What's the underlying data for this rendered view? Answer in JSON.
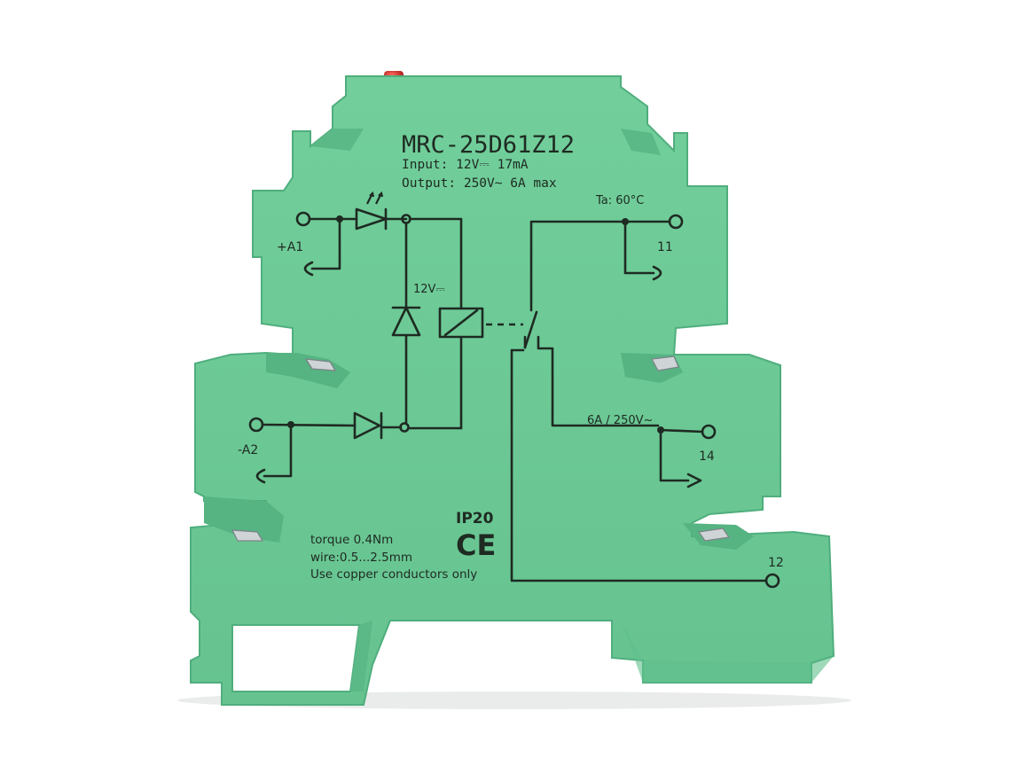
{
  "product": {
    "model": "MRC-25D61Z12",
    "input_line": "Input:  12V⎓  17mA",
    "output_line": "Output: 250V~  6A  max",
    "ambient": "Ta: 60°C",
    "coil_voltage": "12V⎓",
    "contact_rating": "6A / 250V~",
    "protection": "IP20",
    "certification": "CE",
    "notes": [
      "torque 0.4Nm",
      "wire:0.5...2.5mm",
      "Use copper conductors only"
    ],
    "terminals": {
      "a1": "+A1",
      "a2": "-A2",
      "t11": "11",
      "t14": "14",
      "t12": "12"
    }
  },
  "colors": {
    "housing": "#6fcb98",
    "housing_shade": "#4fae7d",
    "print": "#1e2a22",
    "led": "#c0201c",
    "background": "#ffffff"
  }
}
